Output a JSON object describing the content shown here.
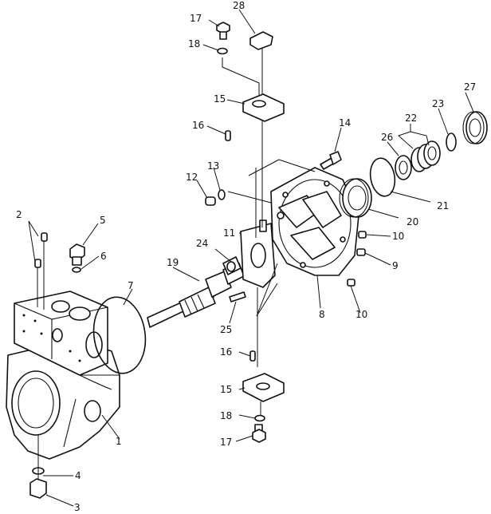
{
  "callouts": [
    {
      "id": "c1",
      "text": "1"
    },
    {
      "id": "c2",
      "text": "2"
    },
    {
      "id": "c3",
      "text": "3"
    },
    {
      "id": "c4",
      "text": "4"
    },
    {
      "id": "c5",
      "text": "5"
    },
    {
      "id": "c6",
      "text": "6"
    },
    {
      "id": "c7",
      "text": "7"
    },
    {
      "id": "c8",
      "text": "8"
    },
    {
      "id": "c9",
      "text": "9"
    },
    {
      "id": "c10a",
      "text": "10"
    },
    {
      "id": "c10b",
      "text": "10"
    },
    {
      "id": "c11",
      "text": "11"
    },
    {
      "id": "c12",
      "text": "12"
    },
    {
      "id": "c13",
      "text": "13"
    },
    {
      "id": "c14",
      "text": "14"
    },
    {
      "id": "c15a",
      "text": "15"
    },
    {
      "id": "c15b",
      "text": "15"
    },
    {
      "id": "c16a",
      "text": "16"
    },
    {
      "id": "c16b",
      "text": "16"
    },
    {
      "id": "c17a",
      "text": "17"
    },
    {
      "id": "c17b",
      "text": "17"
    },
    {
      "id": "c18a",
      "text": "18"
    },
    {
      "id": "c18b",
      "text": "18"
    },
    {
      "id": "c19",
      "text": "19"
    },
    {
      "id": "c20",
      "text": "20"
    },
    {
      "id": "c21",
      "text": "21"
    },
    {
      "id": "c22",
      "text": "22"
    },
    {
      "id": "c23",
      "text": "23"
    },
    {
      "id": "c24",
      "text": "24"
    },
    {
      "id": "c25",
      "text": "25"
    },
    {
      "id": "c26",
      "text": "26"
    },
    {
      "id": "c27",
      "text": "27"
    },
    {
      "id": "c28",
      "text": "28"
    }
  ]
}
